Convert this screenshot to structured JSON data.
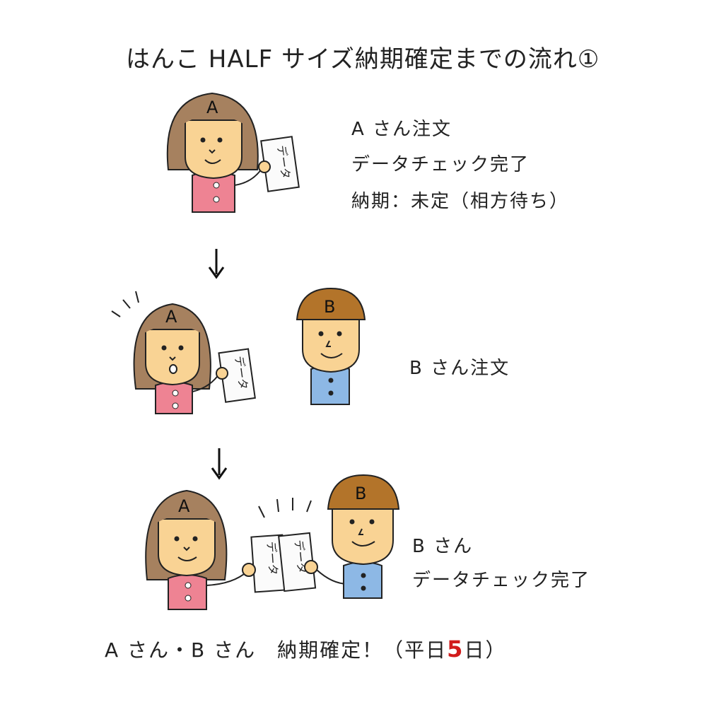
{
  "title": "はんこ HALF サイズ納期確定までの流れ①",
  "step1": {
    "line1": "A さん注文",
    "line2": "データチェック完了",
    "line3": "納期：未定（相方待ち）"
  },
  "step2": {
    "line1": "B さん注文"
  },
  "step3": {
    "line1": "B さん",
    "line2": "データチェック完了"
  },
  "final": {
    "prefix": "A さん・B さん　納期確定！（平日",
    "days": "5",
    "suffix": "日）"
  },
  "labels": {
    "person_a": "A",
    "person_b": "B",
    "paper": "データ"
  },
  "colors": {
    "hair_a": "#a6815f",
    "hair_b": "#b3742a",
    "skin": "#f9d394",
    "shirt_a": "#ee8393",
    "shirt_b": "#8db8e5",
    "highlight": "#d11c1c"
  }
}
